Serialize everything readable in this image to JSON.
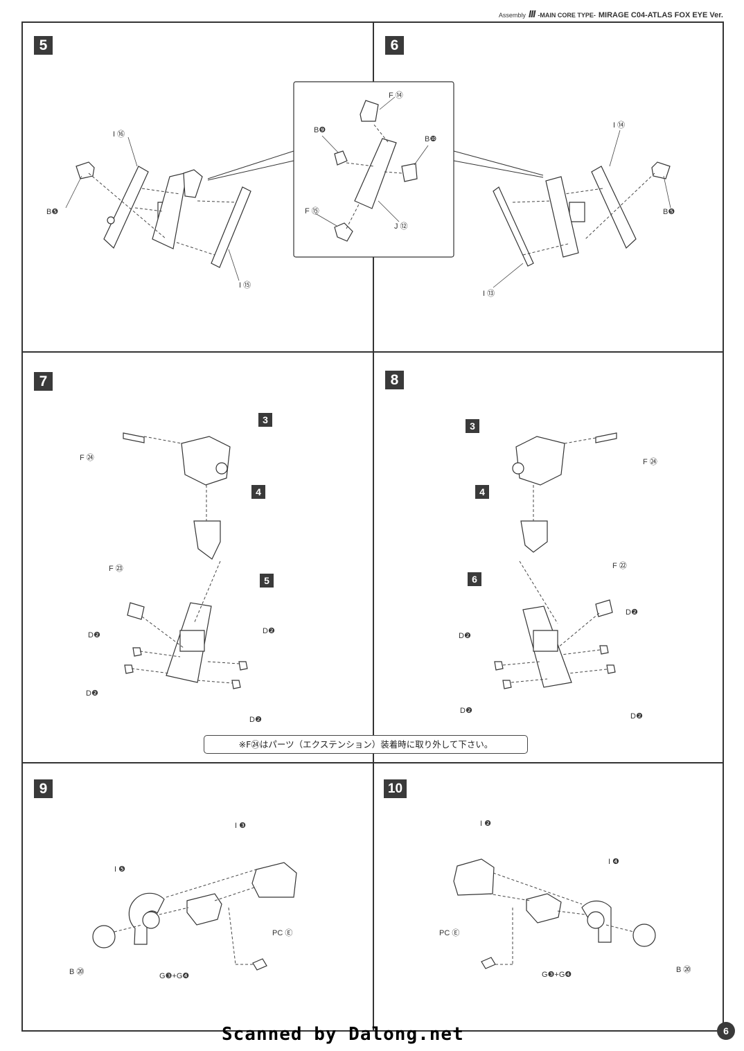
{
  "header": {
    "prefix": "Assembly",
    "roman": "III",
    "middle": "-MAIN CORE TYPE-",
    "model": "MIRAGE C04-ATLAS FOX EYE Ver."
  },
  "steps": {
    "s5": "5",
    "s6": "6",
    "s7": "7",
    "s8": "8",
    "s9": "9",
    "s10": "10"
  },
  "sub_refs": {
    "s7_a": "3",
    "s7_b": "4",
    "s7_c": "5",
    "s8_a": "3",
    "s8_b": "4",
    "s8_c": "6"
  },
  "labels": {
    "s5_i16": "I ⑯",
    "s5_b5": "B❺",
    "s5_i15": "I ⑮",
    "inset_f14": "F ⑭",
    "inset_b9": "B❾",
    "inset_b10": "B❿",
    "inset_f15": "F ⑮",
    "inset_j12": "J ⑫",
    "s6_i14": "I ⑭",
    "s6_b5": "B❺",
    "s6_i13": "I ⑬",
    "s7_f24": "F ㉔",
    "s7_f23": "F ㉓",
    "s7_d2a": "D❷",
    "s7_d2b": "D❷",
    "s7_d2c": "D❷",
    "s7_d2d": "D❷",
    "s8_f24": "F ㉔",
    "s8_f22": "F ㉒",
    "s8_d2a": "D❷",
    "s8_d2b": "D❷",
    "s8_d2c": "D❷",
    "s8_d2d": "D❷",
    "s9_i3": "I ❸",
    "s9_i5": "I ❺",
    "s9_pc": "PC Ⓔ",
    "s9_b20": "B ⑳",
    "s9_g": "G❸+G❹",
    "s10_i2": "I ❷",
    "s10_i4": "I ❹",
    "s10_pc": "PC Ⓔ",
    "s10_b20": "B ⑳",
    "s10_g": "G❸+G❹"
  },
  "note": "※F㉔はパーツ（エクステンション）装着時に取り外して下さい。",
  "footer": "Scanned by Dalong.net",
  "page_number": "6"
}
